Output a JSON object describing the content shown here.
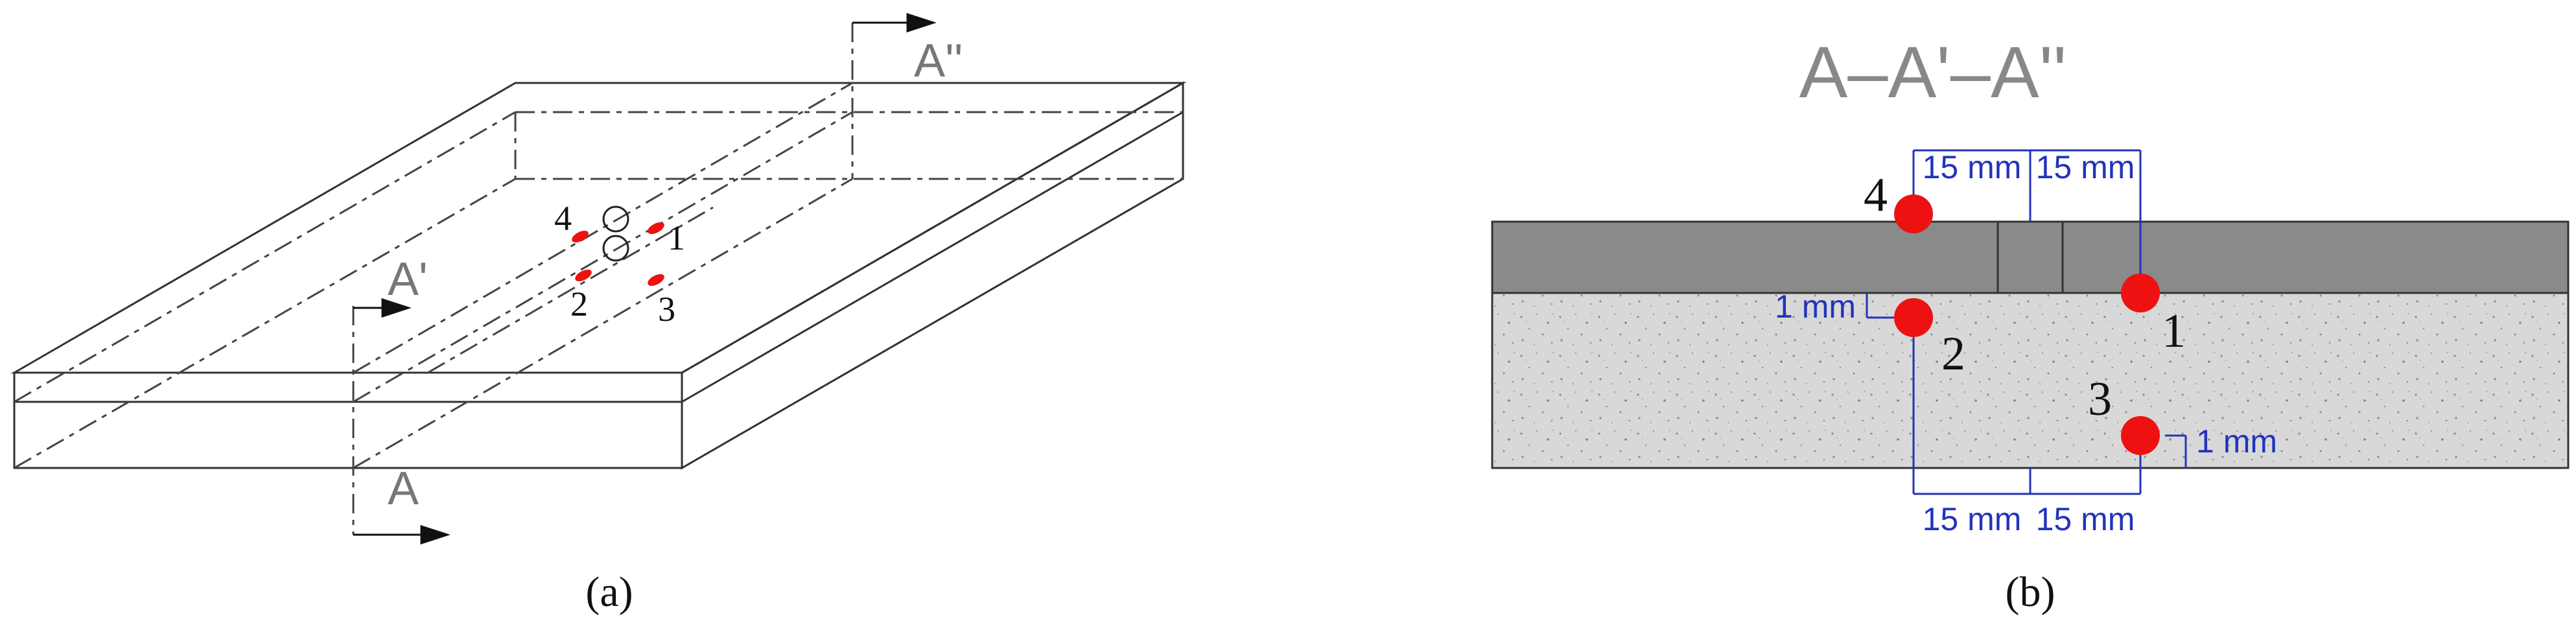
{
  "panel_a": {
    "section_labels": {
      "a": "A",
      "a1": "A'",
      "a2": "A''"
    },
    "sensors": [
      "1",
      "2",
      "3",
      "4"
    ],
    "caption": "(a)"
  },
  "panel_b": {
    "title": "A–A'–A''",
    "sensors": [
      "1",
      "2",
      "3",
      "4"
    ],
    "dim_top_left": "15 mm",
    "dim_top_right": "15 mm",
    "dim_bottom_left": "15 mm",
    "dim_bottom_right": "15 mm",
    "dim_depth_left": "1 mm",
    "dim_depth_right": "1 mm",
    "caption": "(b)"
  },
  "colors": {
    "sensor": "#ee1111",
    "dimension": "#2233bb",
    "overlay": "#8a8a8a",
    "concrete": "#d6d6d6",
    "line": "#333333"
  }
}
